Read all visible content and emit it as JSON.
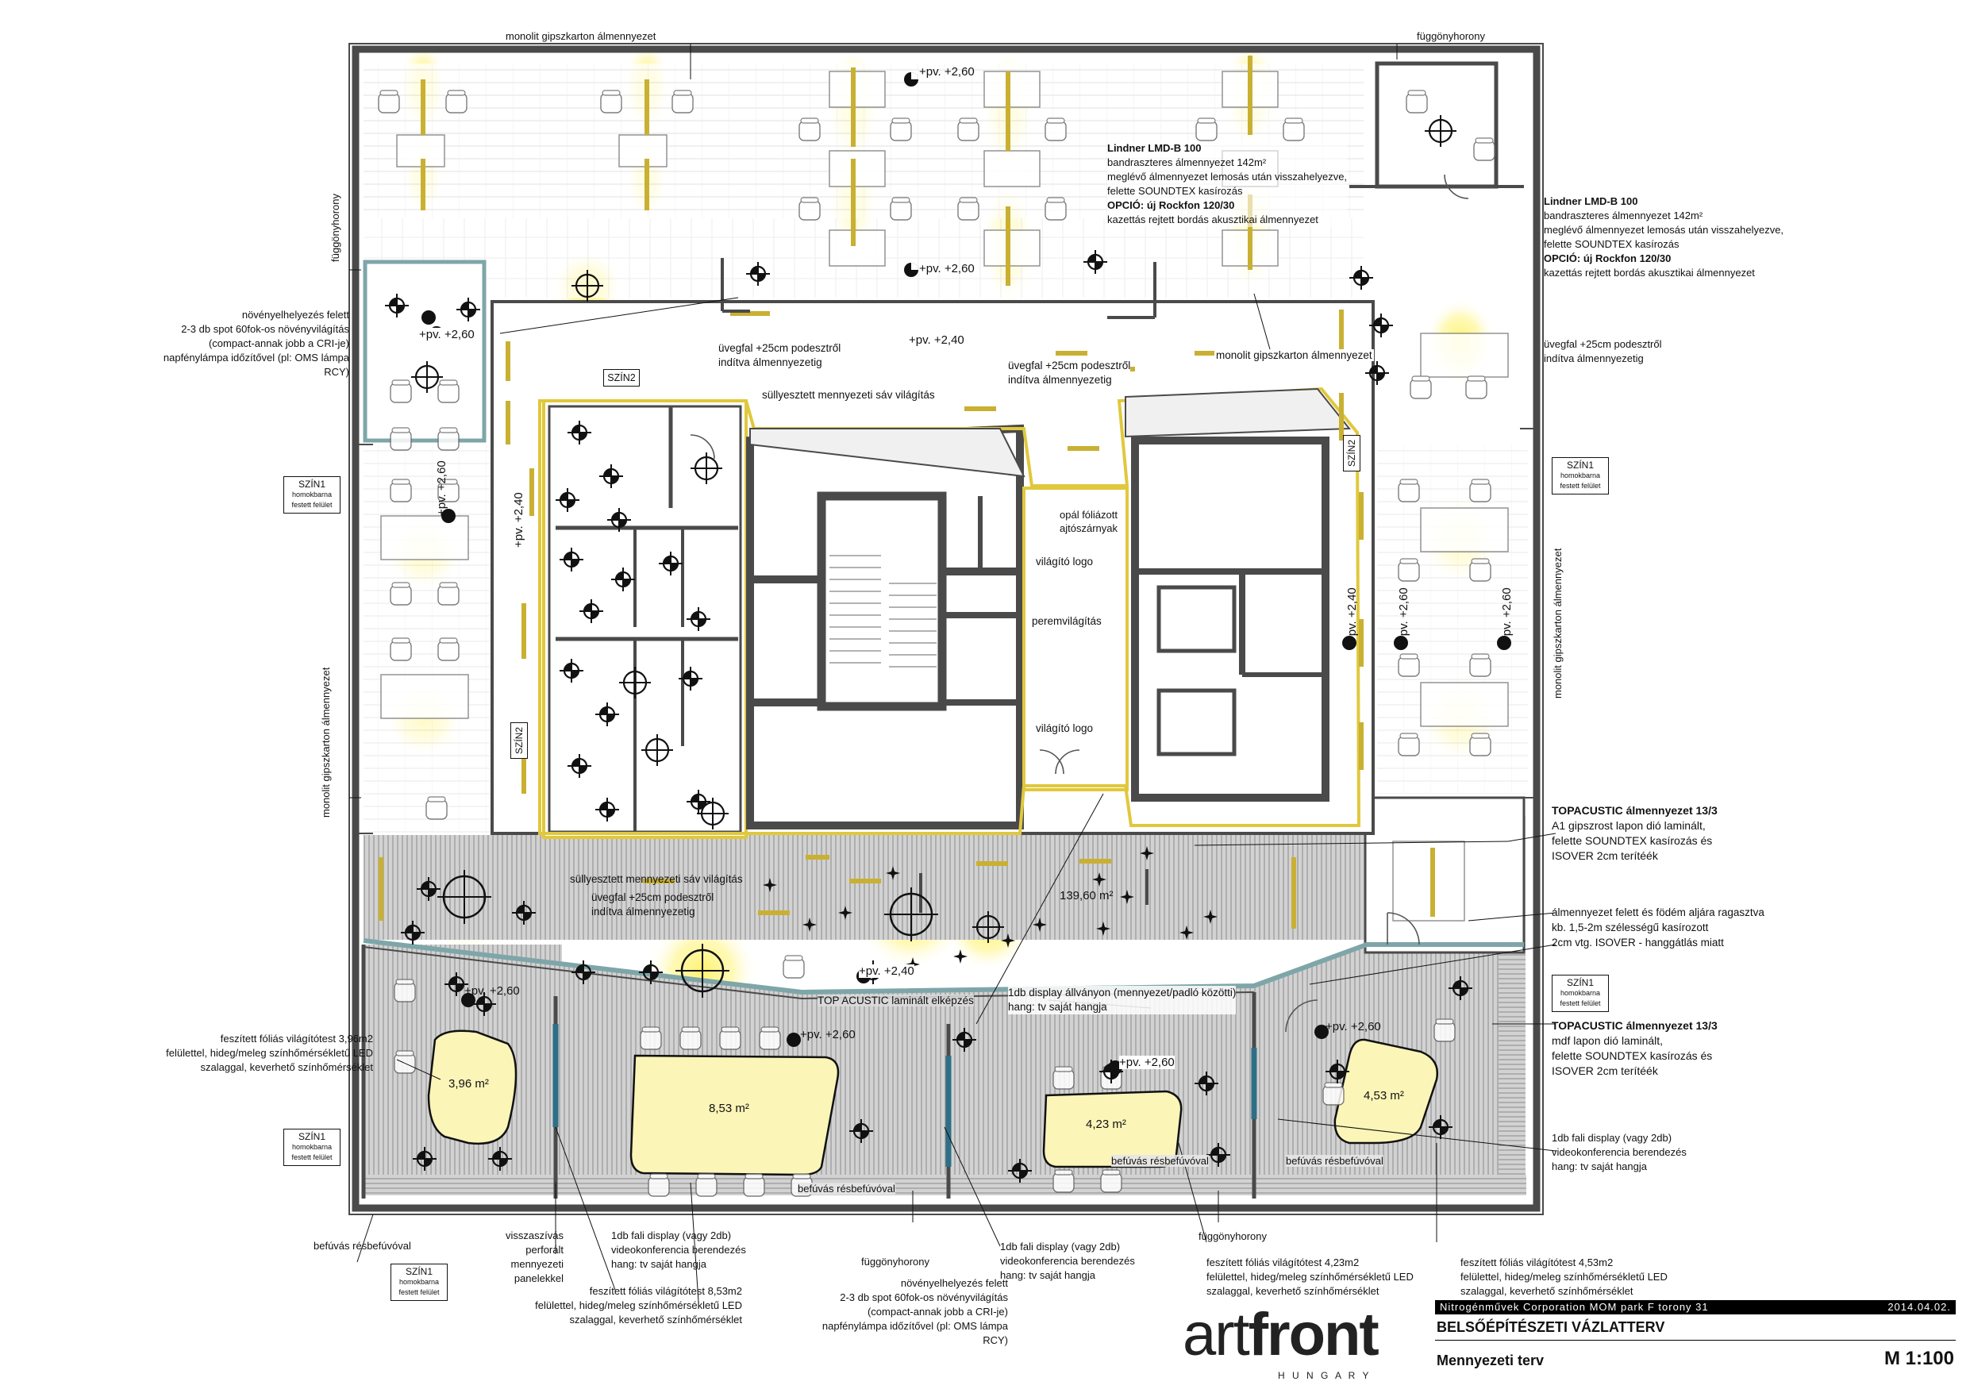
{
  "labels": {
    "monolit_top": "monolit gipszkarton álmennyezet",
    "fuggony_top": "függönyhorony",
    "fuggony_left": "függönyhorony",
    "monolit_left": "monolit gipszkarton álmennyezet",
    "monolit_center": "monolit gipszkarton álmennyezet",
    "lindner1": [
      "Lindner LMD-B 100",
      "bandraszteres álmennyezet 142m²",
      "meglévő álmennyezet lemosás után visszahelyezve,",
      "felette SOUNDTEX kasírozás",
      "OPCIÓ: új Rockfon 120/30",
      "kazettás rejtett bordás akusztikai álmennyezet"
    ],
    "lindner2": [
      "Lindner LMD-B 100",
      "bandraszteres álmennyezet 142m²",
      "meglévő álmennyezet lemosás után visszahelyezve,",
      "felette SOUNDTEX kasírozás",
      "OPCIÓ: új Rockfon 120/30",
      "kazettás rejtett bordás akusztikai álmennyezet"
    ],
    "noveny_top": [
      "növényelhelyezés felett",
      "2-3 db spot 60fok-os növényvilágítás",
      "(compact-annak jobb a CRI-je)",
      "napfénylámpa időzítővel (pl: OMS lámpa RCY)"
    ],
    "uvegfal1": [
      "üvegfal +25cm podesztről",
      "indítva álmennyezetig"
    ],
    "uvegfal2": [
      "üvegfal +25cm podesztről",
      "indítva álmennyezetig"
    ],
    "uvegfal3": [
      "üvegfal +25cm podesztről",
      "indítva álmennyezetig"
    ],
    "uvegfal4": [
      "üvegfal +25cm podesztről",
      "indítva álmennyezetig"
    ],
    "sullyesztett1": "süllyesztett mennyezeti sáv világítás",
    "sullyesztett2": "süllyesztett mennyezeti sáv világítás",
    "opal": [
      "opál fóliázott",
      "ajtószárnyak"
    ],
    "vilagito1": "világító logo",
    "vilagito2": "világító logo",
    "perem": "peremvilágítás",
    "szin2a": "SZÍN2",
    "szin2b": "SZÍN2",
    "szin2c": "SZÍN2",
    "szin1_text": "SZÍN1",
    "szin1_sub": [
      "homokbarna",
      "festett felület"
    ],
    "pv240": "+pv. +2,40",
    "pv260": "+pv. +2,60",
    "area_main": "139,60 m²",
    "area_r1": "3,96 m²",
    "area_r2": "8,53 m²",
    "area_r3": "4,23 m²",
    "area_r4": "4,53 m²",
    "topacustic_lam": "TOP ACUSTIC laminált elképzés",
    "display_allvany": [
      "1db display állványon (mennyezet/padló közötti)",
      "hang: tv saját hangja"
    ],
    "topacustic1": [
      "TOPACUSTIC álmennyezet 13/3",
      "A1 gipszrost lapon dió laminált,",
      "felette SOUNDTEX kasírozás és",
      "ISOVER 2cm terítéék"
    ],
    "almennyezet_ragaszt": [
      "álmennyezet felett és födém aljára ragasztva",
      "kb. 1,5-2m szélességű kasírozott",
      "2cm vtg. ISOVER  - hanggátlás miatt"
    ],
    "topacustic2": [
      "TOPACUSTIC álmennyezet 13/3",
      "mdf lapon dió laminált,",
      "felette SOUNDTEX kasírozás és",
      "ISOVER 2cm terítéék"
    ],
    "display_right": [
      "1db fali display (vagy 2db)",
      "videokonferencia berendezés",
      "hang: tv saját hangja"
    ],
    "feszitett_left": [
      "feszített fóliás világítótest 3,96m2",
      "felülettel, hideg/meleg színhőmérsékletű LED",
      "szalaggal, keverhető színhőmérséklet"
    ],
    "befuvas1": "befúvás résbefúvóval",
    "befuvas2": "befúvás résbefúvóval",
    "befuvas3": "befúvás résbefúvóval",
    "befuvas_bottom": "befúvás résbefúvóval",
    "visszaszivas": [
      "visszaszívás perforált",
      "mennyezeti panelekkel"
    ],
    "display1": [
      "1db fali display (vagy 2db)",
      "videokonferencia berendezés",
      "hang: tv saját hangja"
    ],
    "display2": [
      "1db fali display (vagy 2db)",
      "videokonferencia berendezés",
      "hang: tv saját hangja"
    ],
    "feszitett_853": [
      "feszített fóliás világítótest 8,53m2",
      "felülettel, hideg/meleg színhőmérsékletű LED",
      "szalaggal, keverhető színhőmérséklet"
    ],
    "fuggony_bottom": "függönyhorony",
    "fuggony_bottom2": "függönyhorony",
    "noveny_bottom": [
      "növényelhelyezés felett",
      "2-3 db spot 60fok-os növényvilágítás",
      "(compact-annak jobb a CRI-je)",
      "napfénylámpa időzítővel (pl: OMS lámpa RCY)"
    ],
    "feszitett_423": [
      "feszített fóliás világítótest 4,23m2",
      "felülettel, hideg/meleg színhőmérsékletű LED",
      "szalaggal, keverhető színhőmérséklet"
    ],
    "feszitett_453": [
      "feszített fóliás világítótest 4,53m2",
      "felülettel, hideg/meleg színhőmérsékletű LED",
      "szalaggal, keverhető színhőmérséklet"
    ]
  },
  "titleblock": {
    "logo_art": "art",
    "logo_front": "front",
    "logo_sub": "H U N G A R Y",
    "project": "Nitrogénművek Corporation MOM park F torony 31",
    "date": "2014.04.02.",
    "title": "BELSŐÉPÍTÉSZETI VÁZLATTERV",
    "subtitle": "Mennyezeti terv",
    "scale": "M 1:100"
  },
  "colors": {
    "wall": "#4a4a4a",
    "glow": "#fff27a",
    "panel_fill": "#fbf5b8",
    "hatch_grey": "#c9c9c9",
    "glass": "#7ea6a9",
    "yellow_line": "#e0c83c",
    "display": "#2d6f86"
  }
}
